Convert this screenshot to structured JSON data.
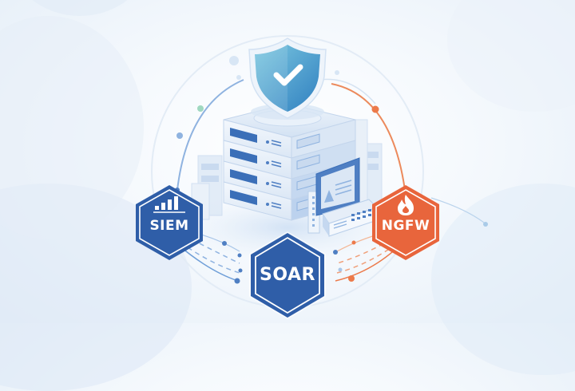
{
  "title": "Security infrastructure: SIEM, SOAR and NGFW integrated around a protected server stack",
  "nodes": {
    "shield": {
      "label": "",
      "icon": "shield-check-icon",
      "color": "#4aa3d0",
      "check_color": "#ffffff"
    },
    "siem": {
      "label": "SIEM",
      "icon": "bar-chart-icon",
      "color": "#2f5ea8",
      "border": "#ffffff",
      "outline": "#2f5ea8"
    },
    "soar": {
      "label": "SOAR",
      "icon": "",
      "color": "#2f5ea8",
      "border": "#ffffff",
      "outline": "#2f5ea8"
    },
    "ngfw": {
      "label": "NGFW",
      "icon": "flame-icon",
      "color": "#e8653c",
      "border": "#ffffff",
      "outline": "#e8653c"
    }
  },
  "center": {
    "label": "",
    "icon": "server-stack-icon",
    "server_units": 4,
    "server_color": "#3b6fb8"
  },
  "connectors": {
    "left_color": "#6f9fd8",
    "right_color": "#ec7a4a",
    "dot_accent_green": "#9fd8c0"
  },
  "colors": {
    "background": "#f3f7fc",
    "primary_blue": "#2f5ea8",
    "orange": "#e8653c"
  }
}
